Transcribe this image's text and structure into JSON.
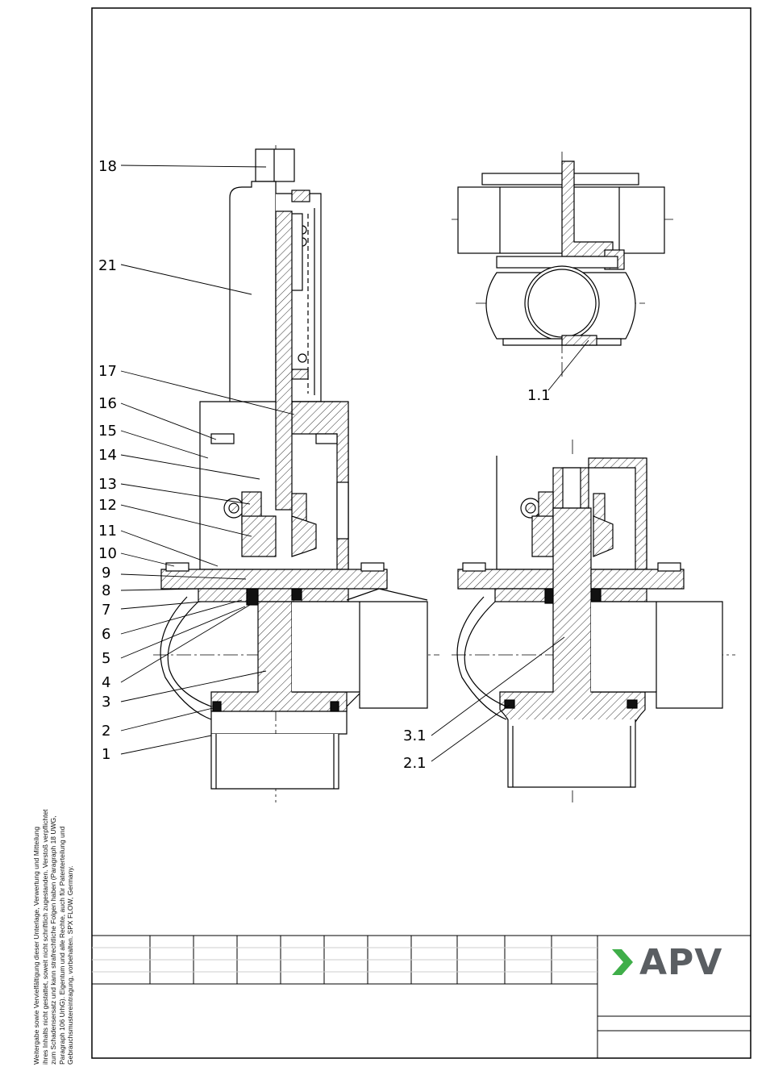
{
  "drawing": {
    "part_numbers": [
      "18",
      "21",
      "17",
      "16",
      "15",
      "14",
      "13",
      "12",
      "11",
      "10",
      "9",
      "8",
      "7",
      "6",
      "5",
      "4",
      "3",
      "2",
      "1"
    ],
    "detail_top_label": "1.1",
    "variant_labels": [
      "3.1",
      "2.1"
    ]
  },
  "legal_note": "Weitergabe sowie Vervielfältigung dieser Unterlage, Verwertung und Mitteilung\nihres Inhalts nicht gestattet, soweit nicht schriftlich zugestanden. Verstoß verpflichtet\nzum Schadensersatz und kann strafrechtliche Folgen haben (Paragraph 18 UWG,\nParagraph 106 UrhG). Eigentum und alle Rechte, auch für Patenterteilung und\nGebrauchsmustereintragung, vorbehalten. SPX FLOW, Germany.",
  "logo": {
    "text": "APV",
    "mark_color": "#3fae49",
    "text_color": "#5a5e62"
  }
}
